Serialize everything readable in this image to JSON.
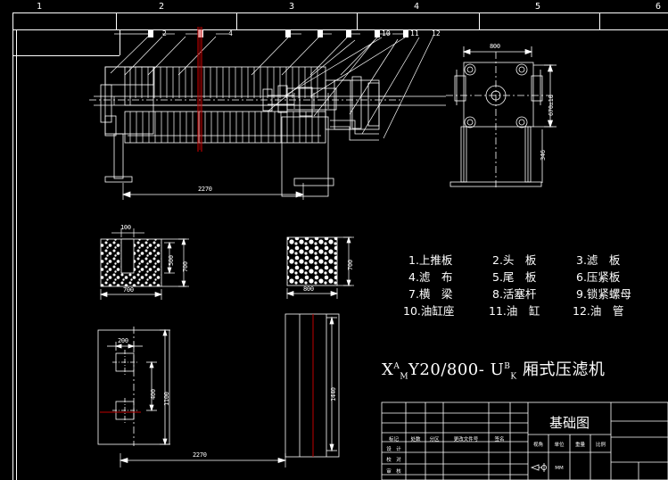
{
  "drawing": {
    "kind": "cad-technical-drawing",
    "background": "#000000",
    "line_color": "#ffffff",
    "accent_color": "#c00000",
    "sheet_zones_top": [
      "1",
      "2",
      "3",
      "4",
      "5",
      "6"
    ],
    "title": "X庄Y20/800- U 厢式压滤机",
    "title_parts": {
      "prefix": "X",
      "sup1": "A",
      "sub1": "M",
      "model": "Y20/800-",
      "letter2": "U",
      "sup2": "B",
      "sub2": "K",
      "suffix": "厢式压滤机"
    }
  },
  "callouts": [
    {
      "id": "1",
      "label": "",
      "boxed": true
    },
    {
      "id": "2",
      "label": "2",
      "boxed": false
    },
    {
      "id": "3",
      "label": "",
      "boxed": true
    },
    {
      "id": "4",
      "label": "4",
      "boxed": false
    },
    {
      "id": "5",
      "label": "",
      "boxed": true
    },
    {
      "id": "6",
      "label": "",
      "boxed": true
    },
    {
      "id": "7",
      "label": "",
      "boxed": true
    },
    {
      "id": "8",
      "label": "",
      "boxed": true
    },
    {
      "id": "9",
      "label": "",
      "boxed": true
    },
    {
      "id": "10",
      "label": "10",
      "boxed": false
    },
    {
      "id": "11",
      "label": "11",
      "boxed": false
    },
    {
      "id": "12",
      "label": "12",
      "boxed": false
    }
  ],
  "legend": {
    "rows": [
      [
        "1.上推板",
        "2.头　板",
        "3.滤　板"
      ],
      [
        "4.滤　布",
        "5.尾　板",
        "6.压紧板"
      ],
      [
        "7.横　梁",
        "8.活塞杆",
        "9.锁紧螺母"
      ],
      [
        "10.油缸座",
        "11.油　缸",
        "12.油　管"
      ]
    ]
  },
  "dimensions": {
    "machine_overall_length": "2270",
    "endview_width": "800",
    "endview_height": "670±10",
    "endview_base_height": "346",
    "foundation_a_top": "100",
    "foundation_a_inner_depth": "500",
    "foundation_a_height": "700",
    "foundation_a_width": "700",
    "foundation_b_height": "700",
    "foundation_b_width": "800",
    "plan_bolt_spacing": "200",
    "plan_mid_distance": "400",
    "plan_total_height": "1100",
    "plan_right_height": "1440",
    "plan_overall_length": "2270"
  },
  "title_block": {
    "drawing_name": "基础图",
    "revision_headers": [
      "标记",
      "处数",
      "分区",
      "更改文件号",
      "签名",
      ""
    ],
    "role_rows": [
      "设　计",
      "校　对",
      "审　核"
    ],
    "spec_headers": [
      "视角",
      "单位",
      "重量",
      "比例"
    ],
    "spec_values": [
      "",
      "MM",
      "",
      ""
    ]
  }
}
